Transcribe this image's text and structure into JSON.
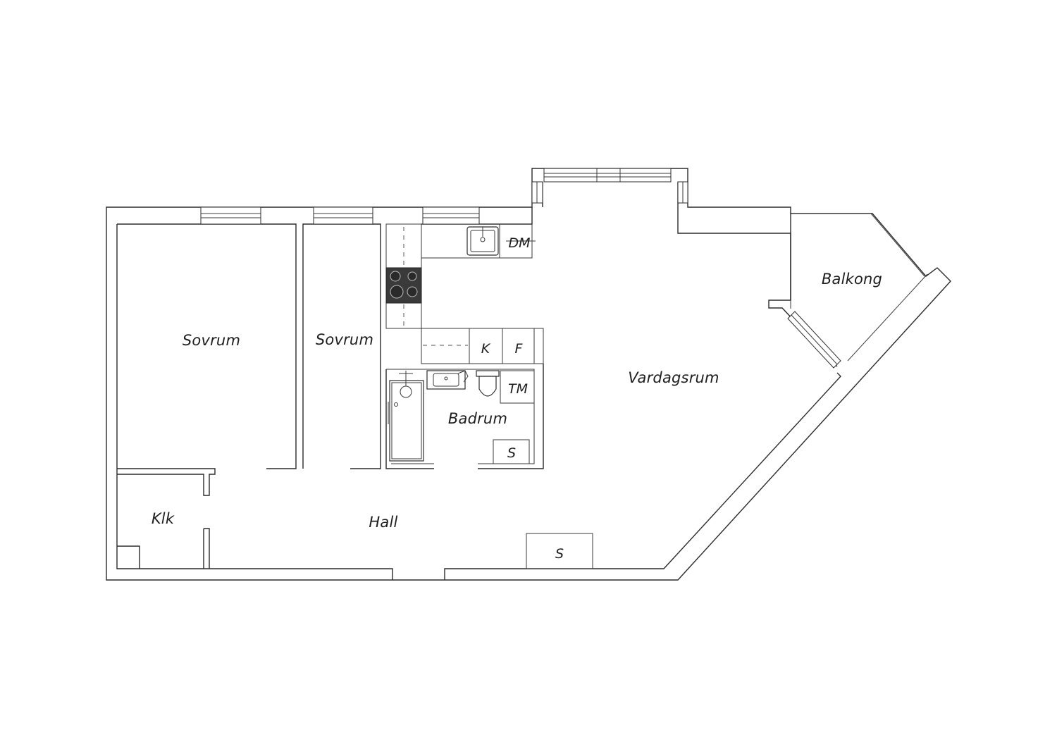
{
  "rooms": {
    "sovrum_1": "Sovrum",
    "sovrum_2": "Sovrum",
    "vardagsrum": "Vardagsrum",
    "balkong": "Balkong",
    "badrum": "Badrum",
    "hall": "Hall",
    "klk": "Klk"
  },
  "fixtures": {
    "dishwasher": "DM",
    "fridge_k": "K",
    "freezer_f": "F",
    "washer_tm": "TM",
    "closet_bath": "S",
    "closet_hall": "S"
  },
  "colors": {
    "line": "#2b2b2b",
    "stove": "#3a3a3a",
    "background": "#ffffff"
  }
}
